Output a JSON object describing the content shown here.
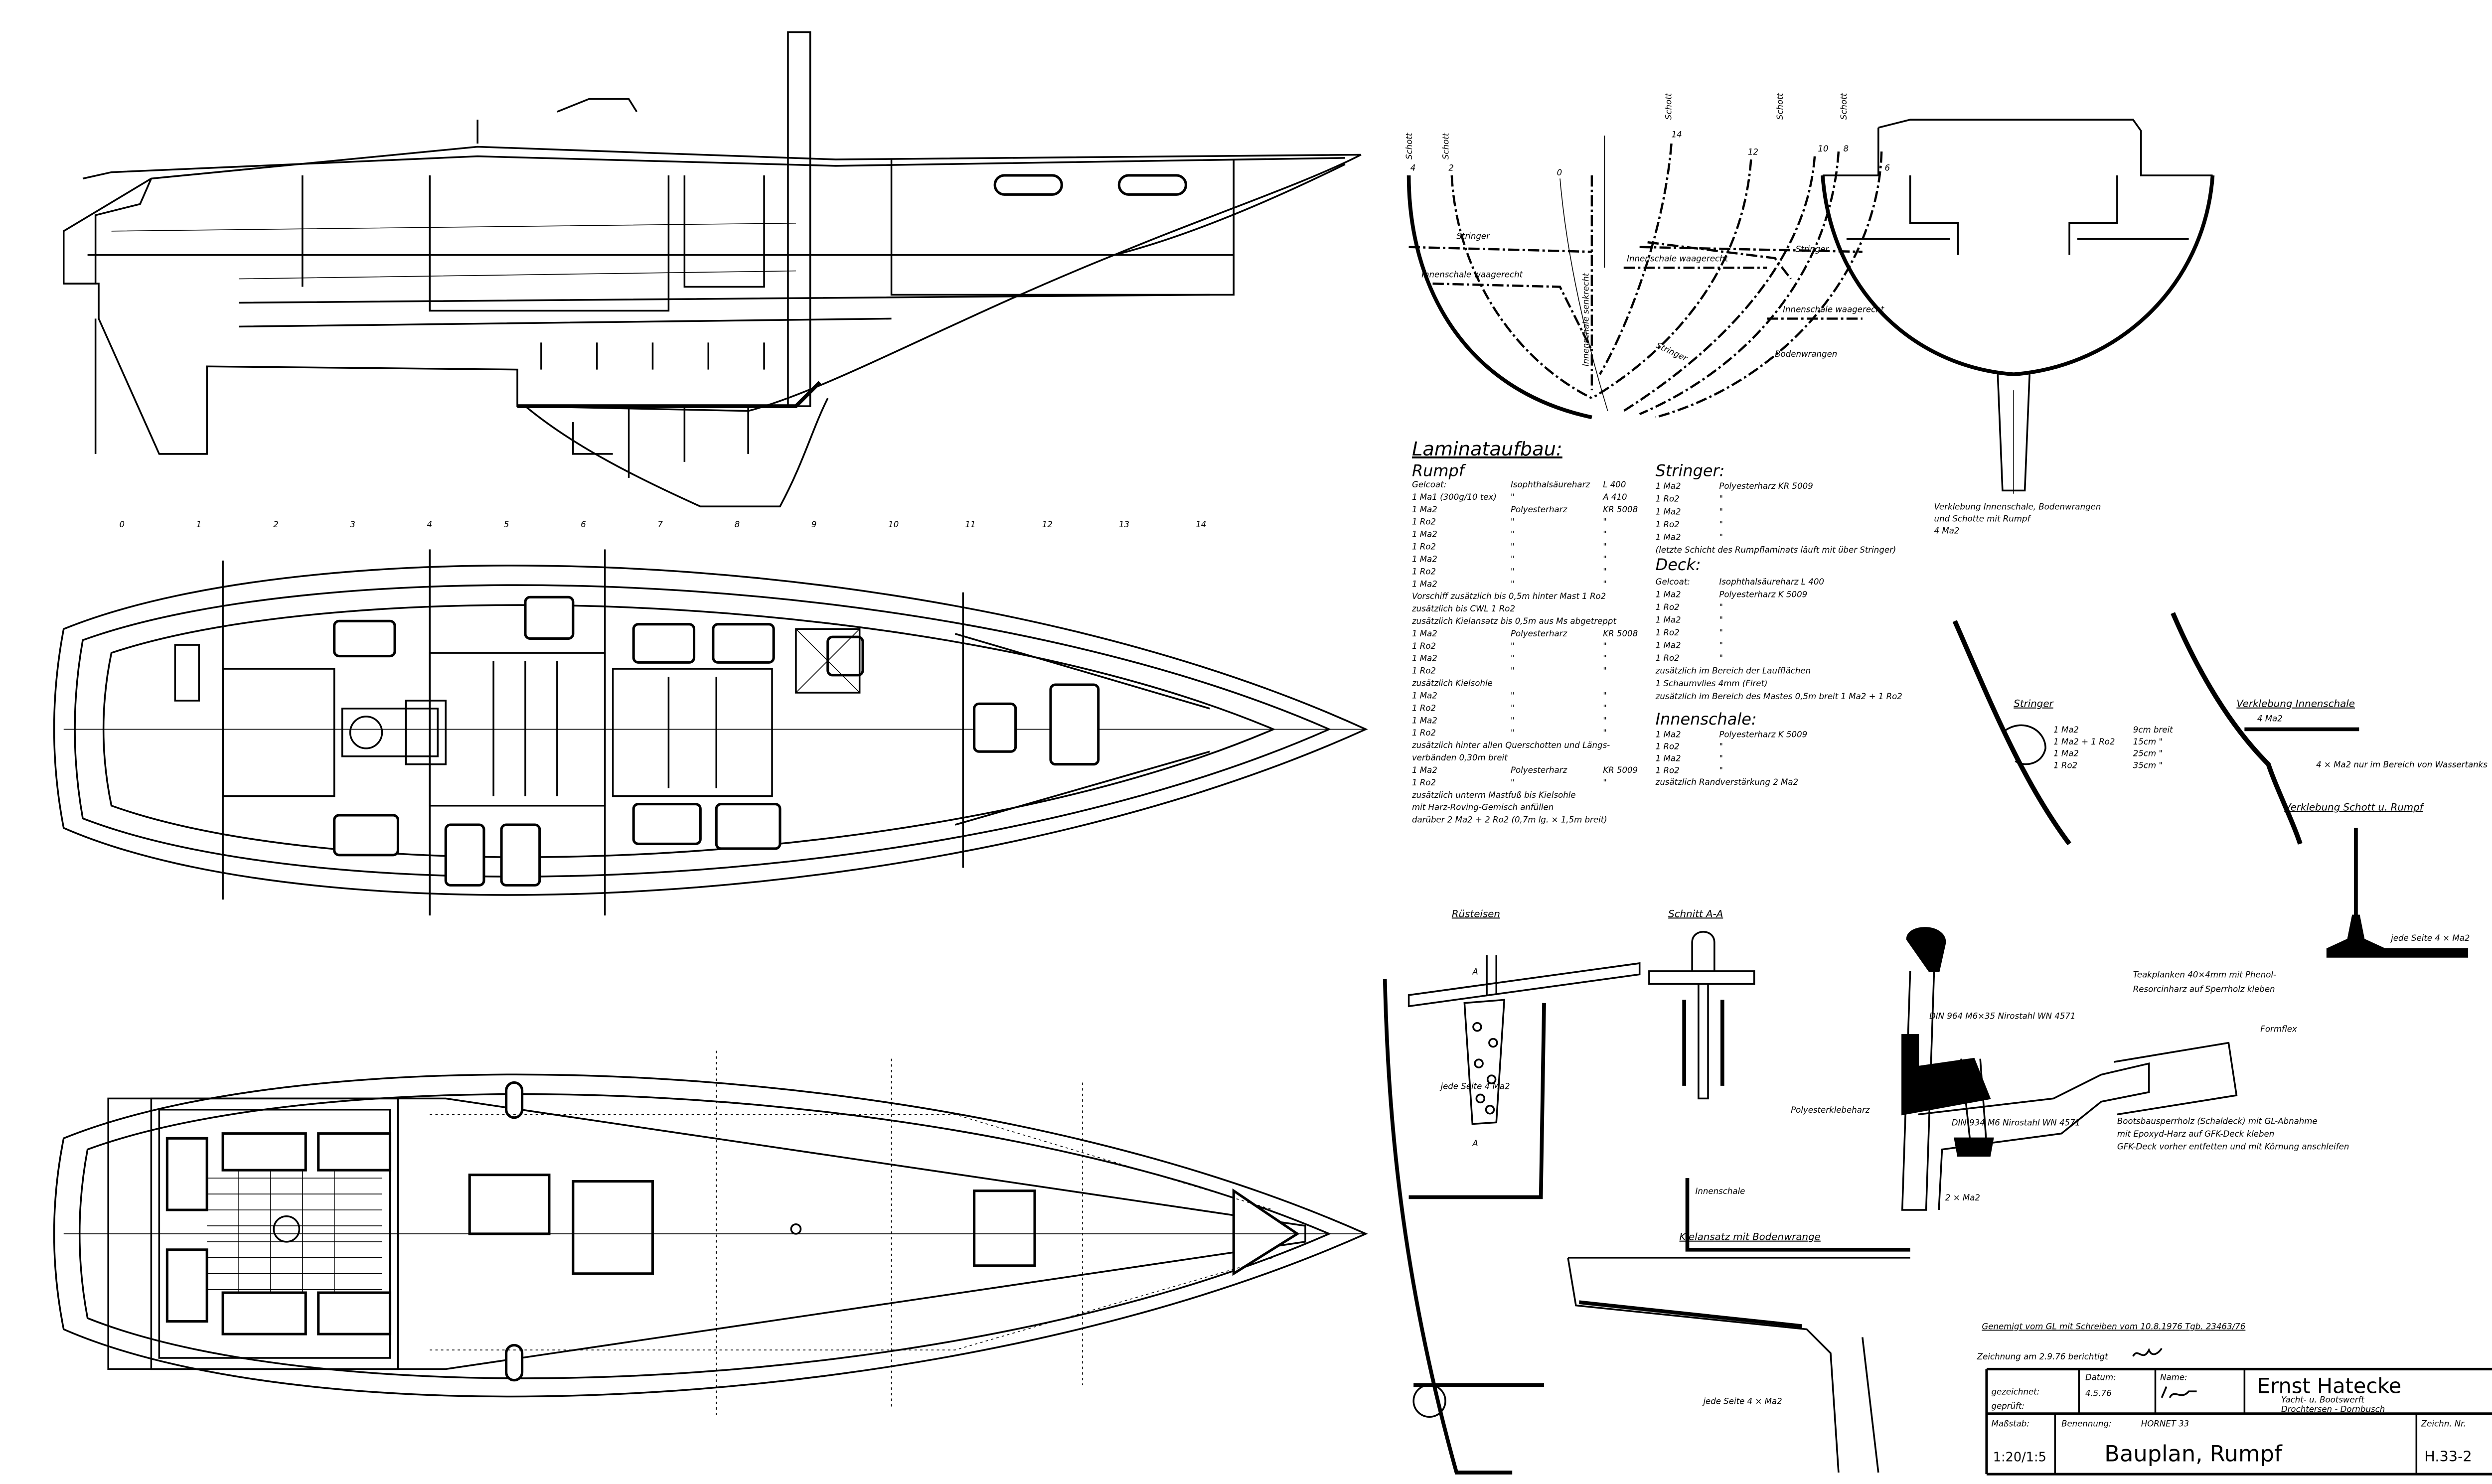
{
  "profile": {
    "station_numbers": [
      "0",
      "1",
      "2",
      "3",
      "4",
      "5",
      "6",
      "7",
      "8",
      "9",
      "10",
      "11",
      "12",
      "13",
      "14"
    ]
  },
  "sections": {
    "station_labels": [
      "4",
      "2",
      "0",
      "14",
      "12",
      "10",
      "8",
      "6"
    ],
    "schott_labels": [
      "Schott",
      "Schott",
      "Schott",
      "Schott",
      "Schott"
    ],
    "stringer_left": "Stringer",
    "stringer_mid": "Stringer",
    "stringer_right": "Stringer",
    "innenschale_left": "Innenschale waagerecht",
    "innenschale_mid": "Innenschale waagerecht",
    "innenschale_right": "Innenschale waagerecht",
    "innenschale_senkrecht": "Innenschale senkrecht",
    "bodenwrangen": "Bodenwrangen",
    "verklebung_note": [
      "Verklebung Innenschale, Bodenwrangen",
      "und Schotte mit Rumpf",
      "4 Ma2"
    ]
  },
  "laminate": {
    "title": "Laminataufbau:",
    "rumpf": {
      "heading": "Rumpf",
      "lines": [
        [
          "Gelcoat:",
          "Isophthalsäureharz",
          "L 400"
        ],
        [
          "1 Ma1 (300g/10 tex)",
          "\"",
          "A 410"
        ],
        [
          "1 Ma2",
          "Polyesterharz",
          "KR 5008"
        ],
        [
          "1 Ro2",
          "\"",
          "\""
        ],
        [
          "1 Ma2",
          "\"",
          "\""
        ],
        [
          "1 Ro2",
          "\"",
          "\""
        ],
        [
          "1 Ma2",
          "\"",
          "\""
        ],
        [
          "1 Ro2",
          "\"",
          "\""
        ],
        [
          "1 Ma2",
          "\"",
          "\""
        ],
        [
          "Vorschiff zusätzlich bis 0,5m hinter Mast 1 Ro2"
        ],
        [
          "zusätzlich bis CWL 1 Ro2"
        ],
        [
          "zusätzlich Kielansatz bis 0,5m aus Ms abgetreppt"
        ],
        [
          "1 Ma2",
          "Polyesterharz",
          "KR 5008"
        ],
        [
          "1 Ro2",
          "\"",
          "\""
        ],
        [
          "1 Ma2",
          "\"",
          "\""
        ],
        [
          "1 Ro2",
          "\"",
          "\""
        ],
        [
          "zusätzlich Kielsohle"
        ],
        [
          "1 Ma2",
          "\"",
          "\""
        ],
        [
          "1 Ro2",
          "\"",
          "\""
        ],
        [
          "1 Ma2",
          "\"",
          "\""
        ],
        [
          "1 Ro2",
          "\"",
          "\""
        ],
        [
          "zusätzlich hinter allen Querschotten und Längs-"
        ],
        [
          "verbänden 0,30m breit"
        ],
        [
          "1 Ma2",
          "Polyesterharz",
          "KR 5009"
        ],
        [
          "1 Ro2",
          "\"",
          "\""
        ],
        [
          "zusätzlich unterm Mastfuß bis Kielsohle"
        ],
        [
          "mit Harz-Roving-Gemisch anfüllen"
        ],
        [
          "darüber 2 Ma2 + 2 Ro2 (0,7m lg. × 1,5m breit)"
        ]
      ]
    },
    "stringer": {
      "heading": "Stringer:",
      "lines": [
        [
          "1 Ma2",
          "Polyesterharz KR 5009"
        ],
        [
          "1 Ro2",
          "\""
        ],
        [
          "1 Ma2",
          "\""
        ],
        [
          "1 Ro2",
          "\""
        ],
        [
          "1 Ma2",
          "\""
        ],
        [
          "(letzte Schicht des Rumpflaminats läuft mit über Stringer)"
        ]
      ]
    },
    "deck": {
      "heading": "Deck:",
      "lines": [
        [
          "Gelcoat:",
          "Isophthalsäureharz L 400"
        ],
        [
          "1 Ma2",
          "Polyesterharz  K 5009"
        ],
        [
          "1 Ro2",
          "\""
        ],
        [
          "1 Ma2",
          "\""
        ],
        [
          "1 Ro2",
          "\""
        ],
        [
          "1 Ma2",
          "\""
        ],
        [
          "1 Ro2",
          "\""
        ],
        [
          "zusätzlich im Bereich der Laufflächen"
        ],
        [
          "1 Schaumvlies 4mm (Firet)"
        ],
        [
          "zusätzlich im Bereich des Mastes 0,5m breit  1 Ma2 + 1 Ro2"
        ]
      ]
    },
    "innenschale": {
      "heading": "Innenschale:",
      "lines": [
        [
          "1 Ma2",
          "Polyesterharz  K 5009"
        ],
        [
          "1 Ro2",
          "\""
        ],
        [
          "1 Ma2",
          "\""
        ],
        [
          "1 Ro2",
          "\""
        ],
        [
          "zusätzlich Randverstärkung 2 Ma2"
        ]
      ]
    }
  },
  "details": {
    "stringer": {
      "heading": "Stringer",
      "lines": [
        [
          "1 Ma2",
          "9cm breit"
        ],
        [
          "1 Ma2 + 1 Ro2",
          "15cm \""
        ],
        [
          "1 Ma2",
          "25cm \""
        ],
        [
          "1 Ro2",
          "35cm \""
        ]
      ]
    },
    "verklebung_innenschale": {
      "heading": "Verklebung Innenschale",
      "label": "4 Ma2",
      "note": "4 × Ma2 nur im Bereich von Wassertanks"
    },
    "verklebung_schott": {
      "heading": "Verklebung Schott u. Rumpf",
      "note": "jede Seite 4 × Ma2"
    },
    "ruesteisen": {
      "heading": "Rüsteisen",
      "section_mark": "A",
      "note": "jede Seite 4 Ma2"
    },
    "schnitt": {
      "heading": "Schnitt A-A"
    },
    "kielansatz": {
      "heading": "Kielansatz mit Bodenwrange",
      "innenschale": "Innenschale",
      "note": "jede Seite 4 × Ma2"
    },
    "deck_edge": {
      "teak": [
        "Teakplanken 40×4mm mit Phenol-",
        "Resorcinharz auf Sperrholz kleben"
      ],
      "din_top": "DIN 964 M6×35 Nirostahl WN 4571",
      "formflex": "Formflex",
      "polyester": "Polyesterklebeharz",
      "din_bottom": "DIN 934 M6 Nirostahl WN 4571",
      "plywood": [
        "Bootsbausperrholz (Schaldeck) mit GL-Abnahme",
        "mit Epoxyd-Harz auf GFK-Deck kleben",
        "GFK-Deck vorher entfetten und mit Körnung anschleifen"
      ],
      "mats": "2 × Ma2"
    }
  },
  "title_block": {
    "approval": "Genemigt vom GL mit Schreiben vom 10.8.1976  Tgb. 23463/76",
    "correction": "Zeichnung am 2.9.76 berichtigt",
    "gezeichnet": "gezeichnet:",
    "geprueft": "geprüft:",
    "datum_label": "Datum:",
    "datum_value": "4.5.76",
    "name_label": "Name:",
    "company": "Ernst Hatecke",
    "company_sub1": "Yacht- u. Bootswerft",
    "company_sub2": "Drochtersen - Dornbusch",
    "massstab_label": "Maßstab:",
    "massstab_value": "1:20/1:5",
    "benennung_label": "Benennung:",
    "boat": "HORNET 33",
    "drawing_title": "Bauplan, Rumpf",
    "zeichn_label": "Zeichn. Nr.",
    "zeichn_value": "H.33-2"
  }
}
